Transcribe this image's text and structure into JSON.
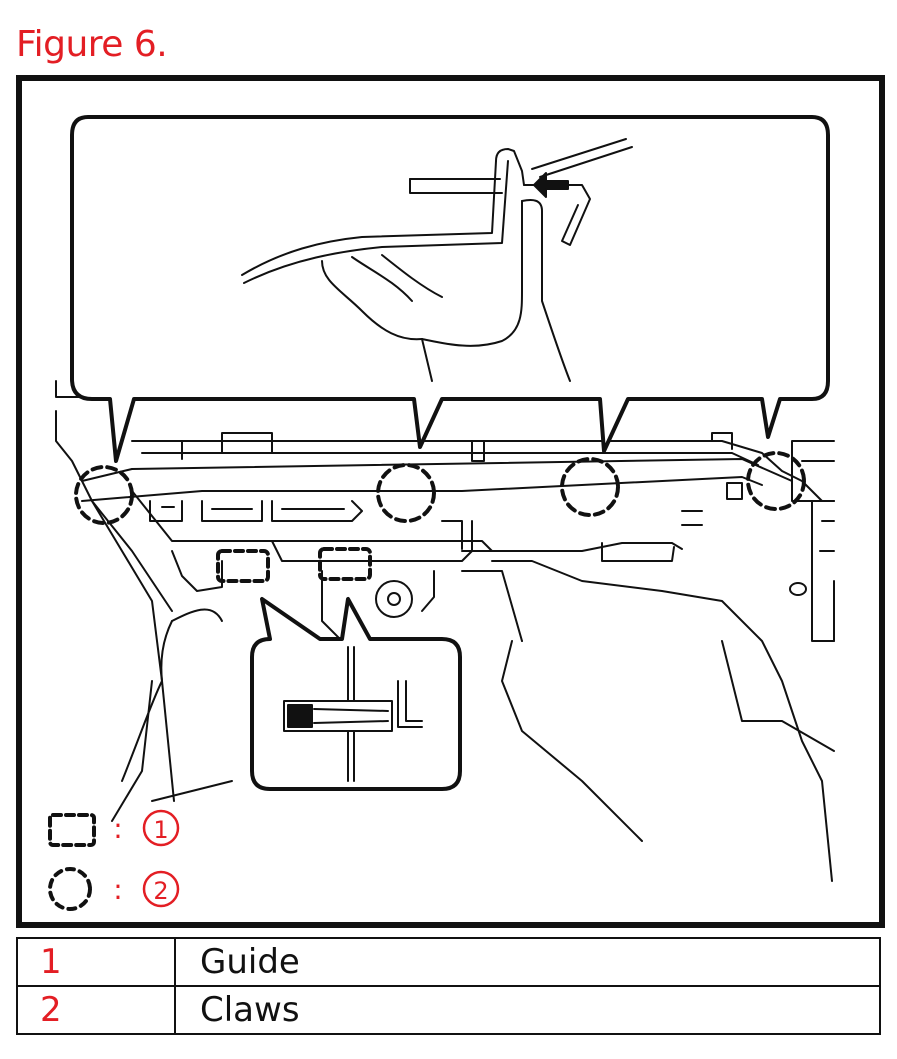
{
  "figure": {
    "title": "Figure 6.",
    "legend_symbols": [
      {
        "icon": "dashed-rectangle-icon",
        "separator": ":",
        "number": "1"
      },
      {
        "icon": "dashed-circle-icon",
        "separator": ":",
        "number": "2"
      }
    ]
  },
  "legend_table": {
    "rows": [
      {
        "number": "1",
        "label": "Guide"
      },
      {
        "number": "2",
        "label": "Claws"
      }
    ]
  },
  "colors": {
    "accent": "#e31e24",
    "line": "#111111"
  }
}
